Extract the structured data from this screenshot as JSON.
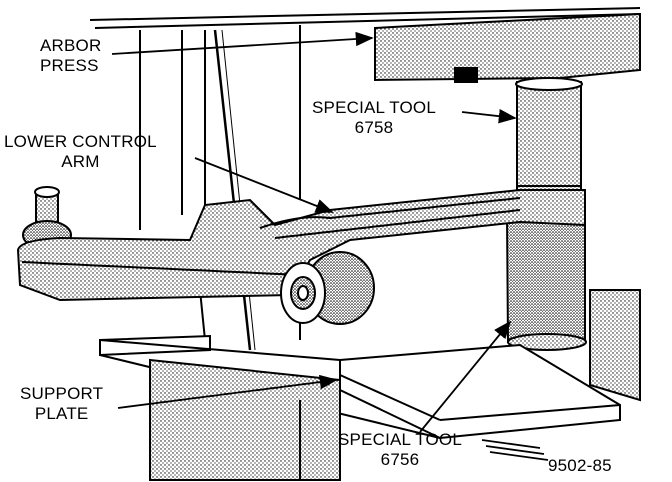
{
  "labels": {
    "arbor_press": [
      "ARBOR",
      "PRESS"
    ],
    "lower_control_arm": [
      "LOWER CONTROL",
      "ARM"
    ],
    "special_tool_top": [
      "SPECIAL TOOL",
      "6758"
    ],
    "support_plate": [
      "SUPPORT",
      "PLATE"
    ],
    "special_tool_bottom": [
      "SPECIAL TOOL",
      "6756"
    ],
    "figure_number": "9502-85"
  },
  "colors": {
    "ink": "#000000",
    "paper": "#ffffff",
    "shade": "#8a8a8a"
  }
}
